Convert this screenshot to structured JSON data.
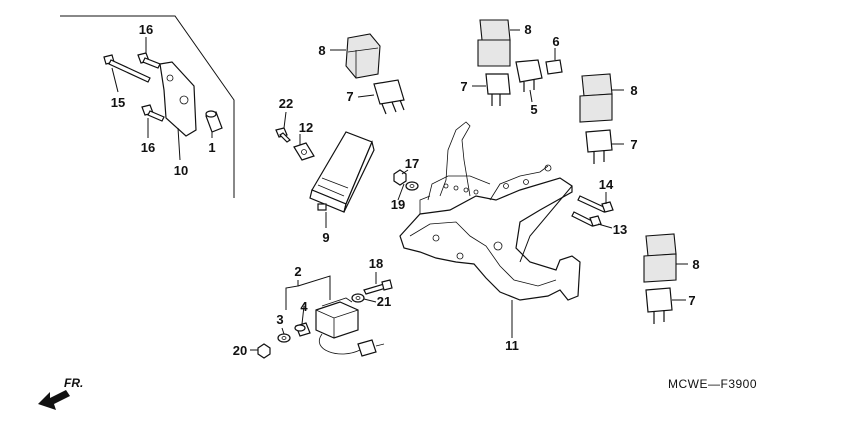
{
  "diagram": {
    "callouts": [
      "16",
      "15",
      "16",
      "10",
      "1",
      "22",
      "12",
      "9",
      "8",
      "7",
      "17",
      "19",
      "8",
      "7",
      "6",
      "5",
      "8",
      "7",
      "14",
      "13",
      "8",
      "7",
      "2",
      "4",
      "3",
      "18",
      "21",
      "20",
      "11"
    ],
    "diagram_code": "MCWE—F3900",
    "direction_label": "FR."
  }
}
